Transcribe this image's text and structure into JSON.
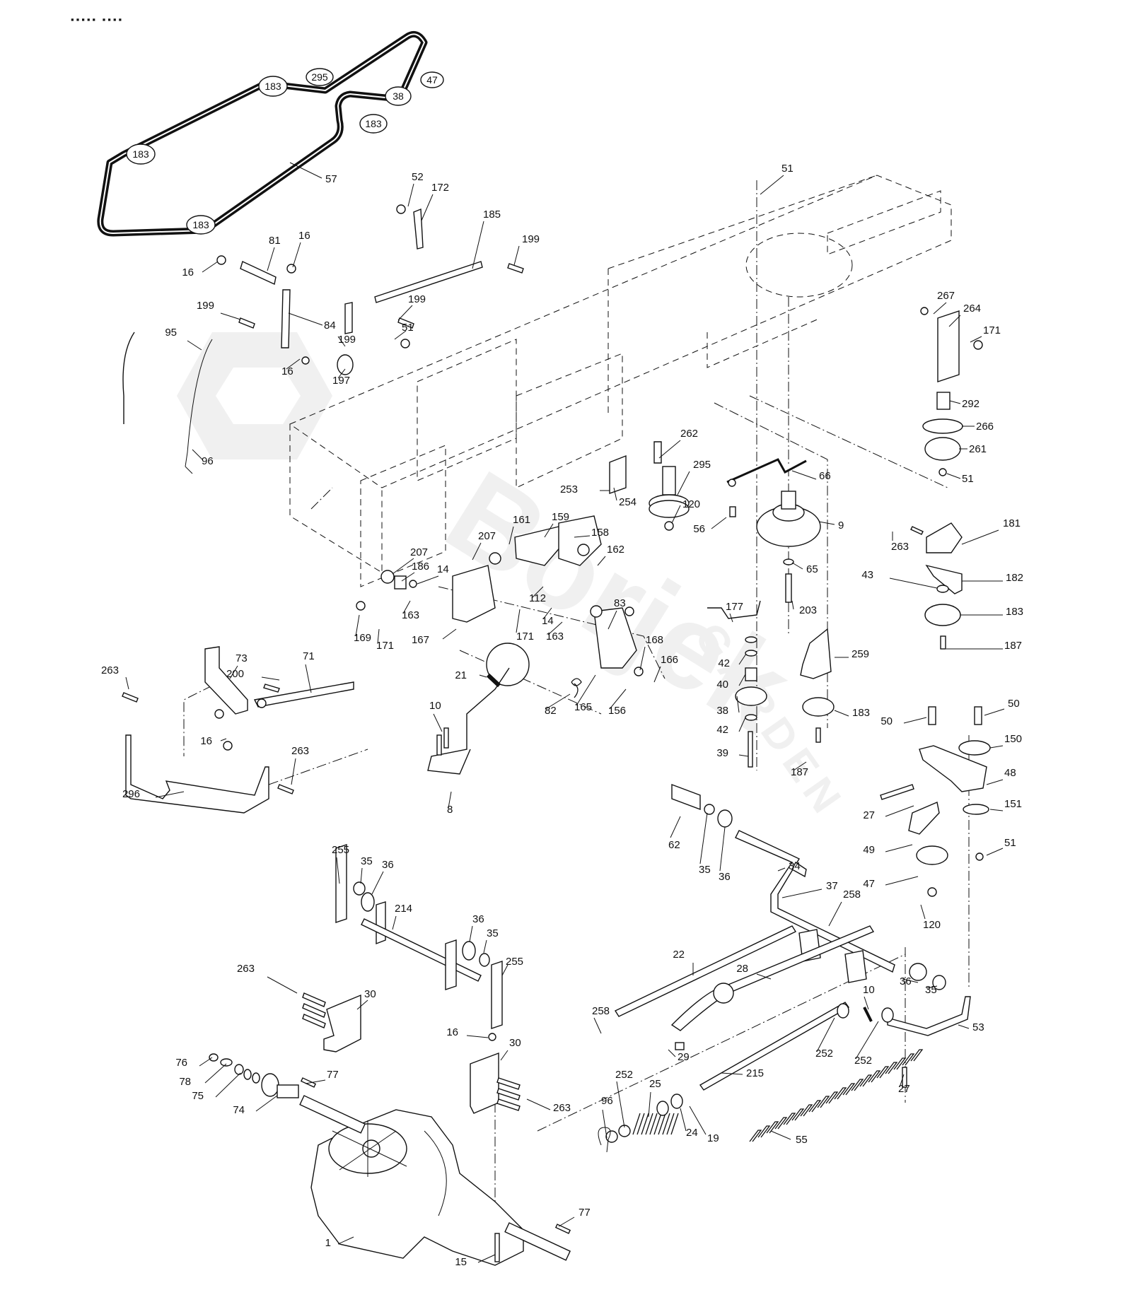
{
  "header": {
    "title_fragment": "▪▪▪▪▪  ▪▪▪▪"
  },
  "watermark": {
    "text": "GARDEN",
    "brand": "Borjek"
  },
  "belt_pulleys": [
    {
      "label": "183"
    },
    {
      "label": "295"
    },
    {
      "label": "47"
    },
    {
      "label": "38"
    },
    {
      "label": "183"
    },
    {
      "label": "183"
    },
    {
      "label": "183"
    }
  ],
  "callouts": [
    {
      "label": "57"
    },
    {
      "label": "52"
    },
    {
      "label": "172"
    },
    {
      "label": "185"
    },
    {
      "label": "199"
    },
    {
      "label": "81"
    },
    {
      "label": "16"
    },
    {
      "label": "16"
    },
    {
      "label": "199"
    },
    {
      "label": "84"
    },
    {
      "label": "199"
    },
    {
      "label": "51"
    },
    {
      "label": "199"
    },
    {
      "label": "16"
    },
    {
      "label": "197"
    },
    {
      "label": "95"
    },
    {
      "label": "96"
    },
    {
      "label": "51"
    },
    {
      "label": "267"
    },
    {
      "label": "264"
    },
    {
      "label": "171"
    },
    {
      "label": "292"
    },
    {
      "label": "266"
    },
    {
      "label": "261"
    },
    {
      "label": "51"
    },
    {
      "label": "262"
    },
    {
      "label": "295"
    },
    {
      "label": "120"
    },
    {
      "label": "253"
    },
    {
      "label": "254"
    },
    {
      "label": "66"
    },
    {
      "label": "56"
    },
    {
      "label": "9"
    },
    {
      "label": "65"
    },
    {
      "label": "203"
    },
    {
      "label": "263"
    },
    {
      "label": "181"
    },
    {
      "label": "43"
    },
    {
      "label": "182"
    },
    {
      "label": "183"
    },
    {
      "label": "187"
    },
    {
      "label": "207"
    },
    {
      "label": "161"
    },
    {
      "label": "159"
    },
    {
      "label": "158"
    },
    {
      "label": "162"
    },
    {
      "label": "207"
    },
    {
      "label": "186"
    },
    {
      "label": "14"
    },
    {
      "label": "163"
    },
    {
      "label": "112"
    },
    {
      "label": "14"
    },
    {
      "label": "83"
    },
    {
      "label": "169"
    },
    {
      "label": "171"
    },
    {
      "label": "167"
    },
    {
      "label": "171"
    },
    {
      "label": "163"
    },
    {
      "label": "168"
    },
    {
      "label": "166"
    },
    {
      "label": "21"
    },
    {
      "label": "82"
    },
    {
      "label": "165"
    },
    {
      "label": "156"
    },
    {
      "label": "177"
    },
    {
      "label": "42"
    },
    {
      "label": "40"
    },
    {
      "label": "38"
    },
    {
      "label": "42"
    },
    {
      "label": "39"
    },
    {
      "label": "259"
    },
    {
      "label": "183"
    },
    {
      "label": "187"
    },
    {
      "label": "263"
    },
    {
      "label": "73"
    },
    {
      "label": "71"
    },
    {
      "label": "200"
    },
    {
      "label": "16"
    },
    {
      "label": "263"
    },
    {
      "label": "296"
    },
    {
      "label": "10"
    },
    {
      "label": "8"
    },
    {
      "label": "50"
    },
    {
      "label": "50"
    },
    {
      "label": "150"
    },
    {
      "label": "48"
    },
    {
      "label": "27"
    },
    {
      "label": "151"
    },
    {
      "label": "49"
    },
    {
      "label": "51"
    },
    {
      "label": "47"
    },
    {
      "label": "120"
    },
    {
      "label": "62"
    },
    {
      "label": "35"
    },
    {
      "label": "36"
    },
    {
      "label": "34"
    },
    {
      "label": "37"
    },
    {
      "label": "258"
    },
    {
      "label": "255"
    },
    {
      "label": "35"
    },
    {
      "label": "36"
    },
    {
      "label": "214"
    },
    {
      "label": "36"
    },
    {
      "label": "35"
    },
    {
      "label": "255"
    },
    {
      "label": "22"
    },
    {
      "label": "28"
    },
    {
      "label": "36"
    },
    {
      "label": "35"
    },
    {
      "label": "10"
    },
    {
      "label": "53"
    },
    {
      "label": "263"
    },
    {
      "label": "30"
    },
    {
      "label": "258"
    },
    {
      "label": "29"
    },
    {
      "label": "252"
    },
    {
      "label": "252"
    },
    {
      "label": "16"
    },
    {
      "label": "30"
    },
    {
      "label": "76"
    },
    {
      "label": "77"
    },
    {
      "label": "78"
    },
    {
      "label": "75"
    },
    {
      "label": "74"
    },
    {
      "label": "263"
    },
    {
      "label": "215"
    },
    {
      "label": "27"
    },
    {
      "label": "96"
    },
    {
      "label": "252"
    },
    {
      "label": "25"
    },
    {
      "label": "24"
    },
    {
      "label": "19"
    },
    {
      "label": "55"
    },
    {
      "label": "77"
    },
    {
      "label": "1"
    },
    {
      "label": "15"
    }
  ]
}
